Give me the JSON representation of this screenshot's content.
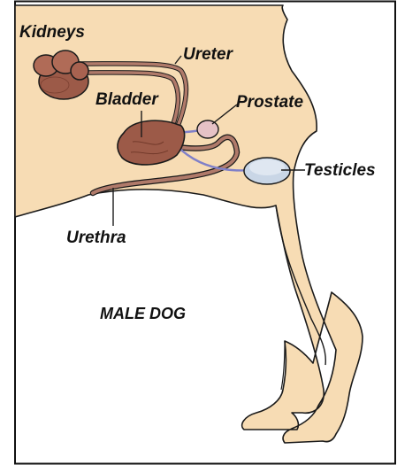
{
  "diagram": {
    "title": "MALE DOG",
    "labels": {
      "kidneys": "Kidneys",
      "ureter": "Ureter",
      "bladder": "Bladder",
      "prostate": "Prostate",
      "testicles": "Testicles",
      "urethra": "Urethra"
    },
    "colors": {
      "body_fill": "#f7dcb4",
      "outline": "#1a1a1a",
      "organ_dark": "#9c5a48",
      "organ_light": "#c58a76",
      "duct": "#b07a6a",
      "vas_deferens": "#8080c8",
      "testicle": "#c9d6e6",
      "prostate": "#e6c2c6",
      "frame": "#111111"
    }
  }
}
